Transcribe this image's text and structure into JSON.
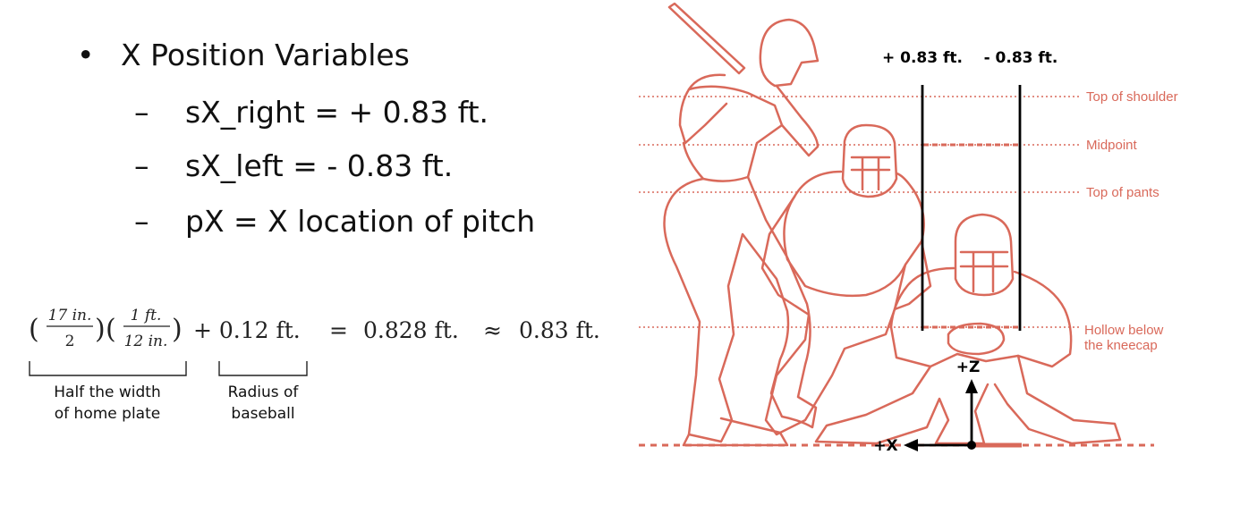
{
  "bullets": {
    "main": "X Position Variables",
    "items": [
      "sX_right = + 0.83 ft.",
      "sX_left = - 0.83 ft.",
      "pX = X location of pitch"
    ],
    "bullet_symbol": "•",
    "dash_symbol": "–"
  },
  "formula": {
    "frac1_num": "17 in.",
    "frac1_den": "2",
    "frac2_num": "1 ft.",
    "frac2_den": "12 in.",
    "term2": "+ 0.12 ft.",
    "eq": "=",
    "result": "0.828 ft.",
    "approx": "≈",
    "rounded": "0.83 ft.",
    "brace1_label_line1": "Half the width",
    "brace1_label_line2": "of home plate",
    "brace2_label_line1": "Radius of",
    "brace2_label_line2": "baseball"
  },
  "diagram": {
    "bound_right_label": "+ 0.83 ft.",
    "bound_left_label": "- 0.83 ft.",
    "zone_levels": {
      "shoulder": "Top of shoulder",
      "midpoint": "Midpoint",
      "pants": "Top of pants",
      "knee_line1": "Hollow below",
      "knee_line2": "the kneecap"
    },
    "axis_z": "+Z",
    "axis_x": "+X",
    "colors": {
      "illustration": "#d9695a",
      "lines": "#000000"
    }
  }
}
